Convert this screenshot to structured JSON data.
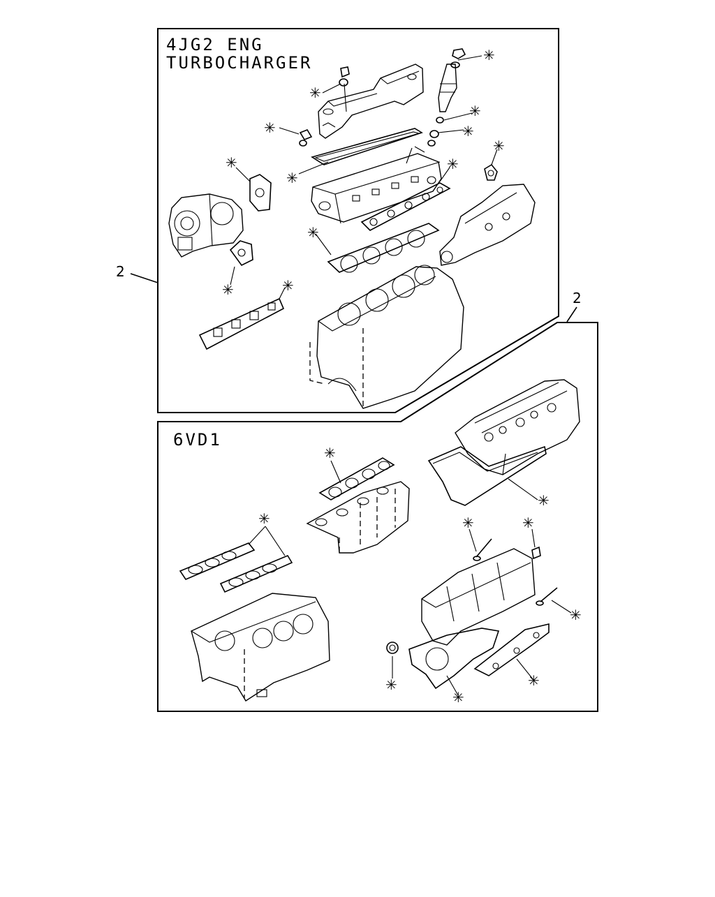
{
  "panels": {
    "upper_title_line1": "4JG2 ENG",
    "upper_title_line2": "TURBOCHARGER",
    "lower_title": "6VD1"
  },
  "callouts": {
    "upper_ref": "2",
    "lower_ref": "2"
  },
  "markers": {
    "symbol": "✳"
  }
}
